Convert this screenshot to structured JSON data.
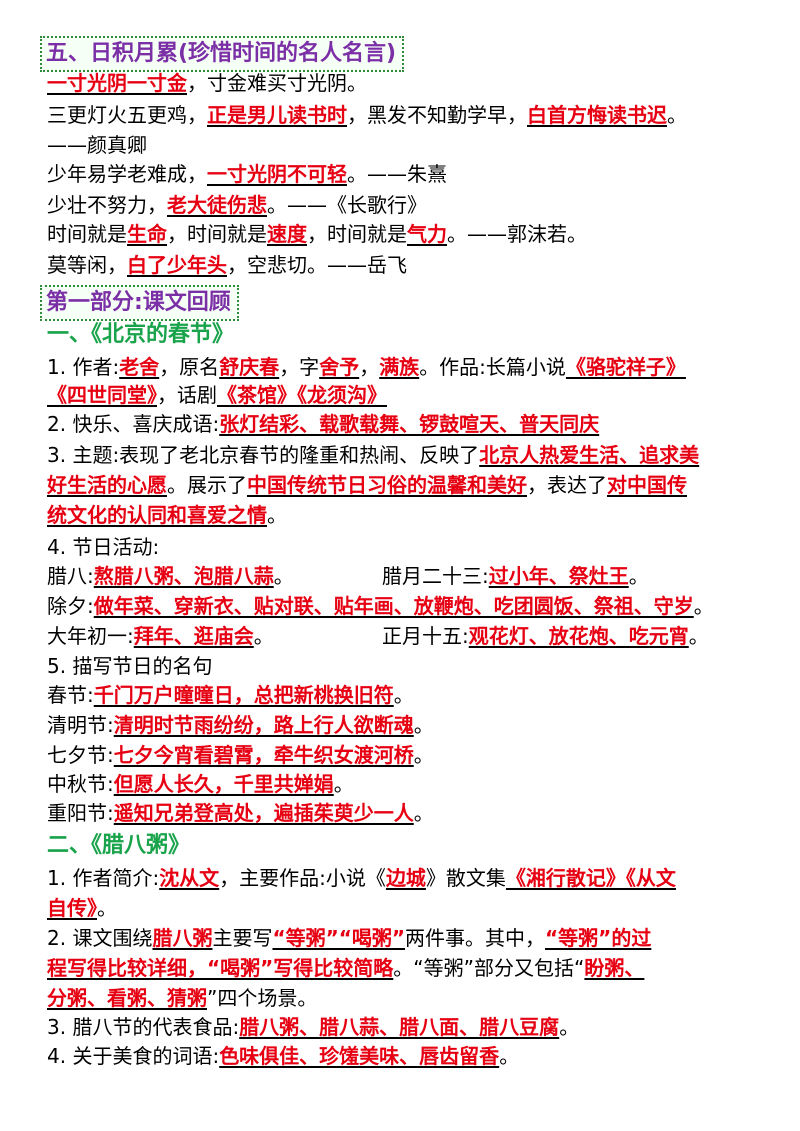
{
  "s5": {
    "title": "五、日积月累(珍惜时间的名人名言)",
    "q1": {
      "a": "一寸光阴一寸金",
      "b": "，寸金难买寸光阴。"
    },
    "q2": {
      "a": "三更灯火五更鸡，",
      "b": "正是男儿读书时",
      "c": "，黑发不知勤学早，",
      "d": "白首方悔读书迟",
      "e": "。"
    },
    "q2_author": "——颜真卿",
    "q3": {
      "a": "少年易学老难成，",
      "b": "一寸光阴不可轻",
      "c": "。——朱熹"
    },
    "q4": {
      "a": "少壮不努力，",
      "b": "老大徒伤悲",
      "c": "。——《长歌行》"
    },
    "q5": {
      "a": "时间就是",
      "b": "生命",
      "c": "，时间就是",
      "d": "速度",
      "e": "，时间就是",
      "f": "气力",
      "g": "。——郭沫若。"
    },
    "q6": {
      "a": "莫等闲，",
      "b": "白了少年头",
      "c": "，空悲切。——岳飞"
    }
  },
  "part1": {
    "title": "第一部分:课文回顾"
  },
  "l1": {
    "title": "一、《北京的春节》",
    "r1": {
      "a": "1. 作者:",
      "b": "老舍",
      "c": "，原名",
      "d": "舒庆春",
      "e": "，字",
      "f": "舍予",
      "g": "，",
      "h": "满族",
      "i": "。作品:长篇小说",
      "j": "《骆驼祥子》"
    },
    "r1b": {
      "a": "《四世同堂》",
      "b": "，话剧",
      "c": "《茶馆》《龙须沟》"
    },
    "r2": {
      "a": "2. 快乐、喜庆成语:",
      "b": "张灯结彩、载歌载舞、锣鼓喧天、普天同庆"
    },
    "r3": {
      "a": "3. 主题:表现了老北京春节的隆重和热闹、反映了",
      "b": "北京人热爱生活、追求美"
    },
    "r3b": {
      "a": "好生活的心愿",
      "b": "。展示了",
      "c": "中国传统节日习俗的温馨和美好",
      "d": "，表达了",
      "e": "对中国传"
    },
    "r3c": {
      "a": "统文化的认同和喜爱之情",
      "b": "。"
    },
    "r4": "4. 节日活动:",
    "r4a": {
      "a": "腊八:",
      "b": "熬腊八粥、泡腊八蒜",
      "c": "。",
      "d": "腊月二十三:",
      "e": "过小年、祭灶王",
      "f": "。"
    },
    "r4b": {
      "a": "除夕:",
      "b": "做年菜、穿新衣、贴对联、贴年画、放鞭炮、吃团圆饭、祭祖、守岁",
      "c": "。"
    },
    "r4c": {
      "a": "大年初一:",
      "b": "拜年、逛庙会",
      "c": "。",
      "d": "正月十五:",
      "e": "观花灯、放花炮、吃元宵",
      "f": "。"
    },
    "r5": "5. 描写节日的名句",
    "r5a": {
      "a": "春节:",
      "b": "千门万户曈曈日，总把新桃换旧符",
      "c": "。"
    },
    "r5b": {
      "a": "清明节:",
      "b": "清明时节雨纷纷，路上行人欲断魂",
      "c": "。"
    },
    "r5c": {
      "a": "七夕节:",
      "b": "七夕今宵看碧霄，牵牛织女渡河桥",
      "c": "。"
    },
    "r5d": {
      "a": "中秋节:",
      "b": "但愿人长久，千里共婵娟",
      "c": "。"
    },
    "r5e": {
      "a": "重阳节:",
      "b": "遥知兄弟登高处，遍插茱萸少一人",
      "c": "。"
    }
  },
  "l2": {
    "title": "二、《腊八粥》",
    "r1": {
      "a": "1. 作者简介:",
      "b": "沈从文",
      "c": "，主要作品:小说《",
      "d": "边城",
      "e": "》散文集",
      "f": "《湘行散记》《从文"
    },
    "r1b": {
      "a": "自传》",
      "b": "。"
    },
    "r2": {
      "a": "2. 课文围绕",
      "b": "腊八粥",
      "c": "主要写",
      "d": "“等粥”“喝粥”",
      "e": "两件事。其中，",
      "f": "“等粥”的过"
    },
    "r2b": {
      "a": "程写得比较详细，“喝粥”写得比较简略",
      "b": "。“等粥”部分又包括“",
      "c": "盼粥、"
    },
    "r2c": {
      "a": "分粥、看粥、猜粥",
      "b": "”四个场景。"
    },
    "r3": {
      "a": "3. 腊八节的代表食品:",
      "b": "腊八粥、腊八蒜、腊八面、腊八豆腐",
      "c": "。"
    },
    "r4": {
      "a": "4. 关于美食的词语:",
      "b": "色味俱佳、珍馐美味、唇齿留香",
      "c": "。"
    }
  }
}
